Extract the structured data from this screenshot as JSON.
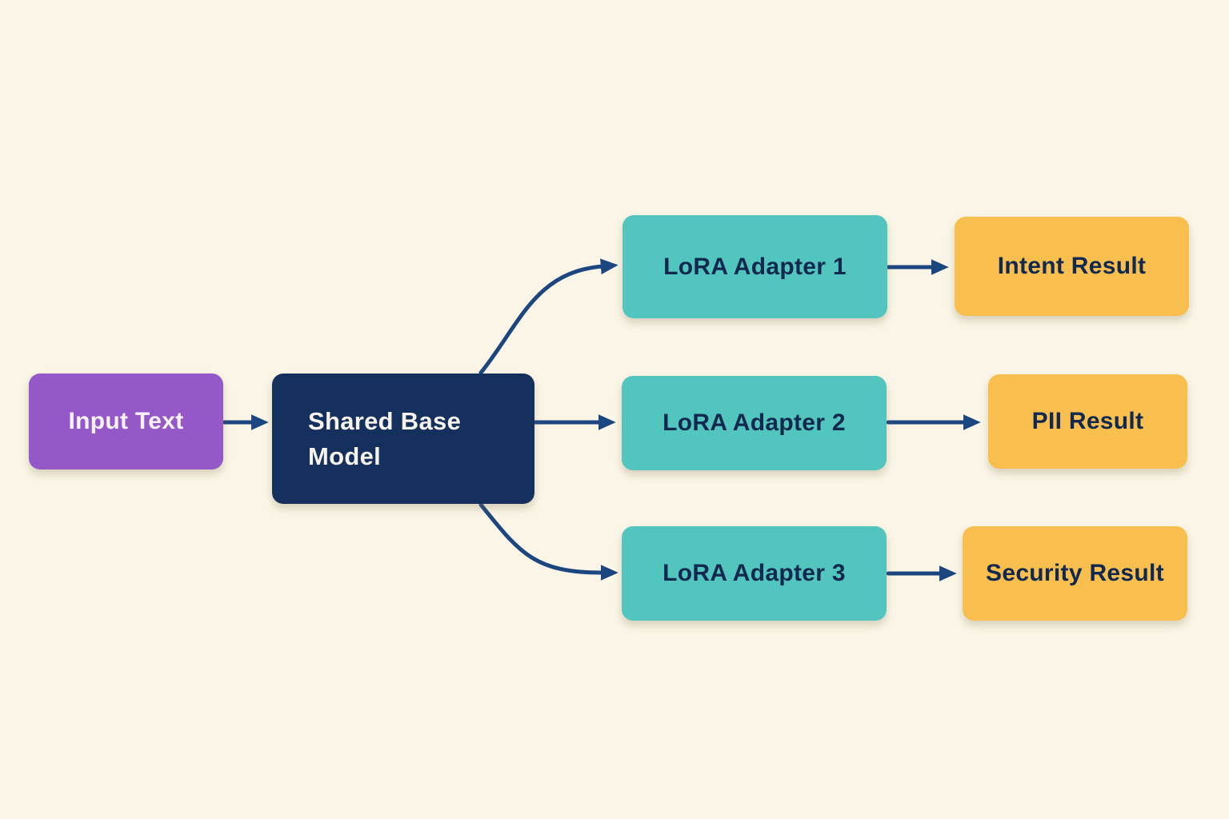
{
  "diagram": {
    "type": "flowchart",
    "nodes": [
      {
        "id": "input-text",
        "label": "Input Text",
        "role": "input",
        "color": "#9458c9",
        "text_color": "#ffffff"
      },
      {
        "id": "shared-base-model",
        "label": "Shared Base Model",
        "role": "base-model",
        "color": "#16305e",
        "text_color": "#ffffff"
      },
      {
        "id": "lora-adapter-1",
        "label": "LoRA Adapter 1",
        "role": "adapter",
        "color": "#52c5bf",
        "text_color": "#12294f"
      },
      {
        "id": "lora-adapter-2",
        "label": "LoRA Adapter 2",
        "role": "adapter",
        "color": "#52c5bf",
        "text_color": "#12294f"
      },
      {
        "id": "lora-adapter-3",
        "label": "LoRA Adapter 3",
        "role": "adapter",
        "color": "#52c5bf",
        "text_color": "#12294f"
      },
      {
        "id": "intent-result",
        "label": "Intent Result",
        "role": "result",
        "color": "#f8bf4f",
        "text_color": "#12294f"
      },
      {
        "id": "pii-result",
        "label": "PII Result",
        "role": "result",
        "color": "#f8bf4f",
        "text_color": "#12294f"
      },
      {
        "id": "security-result",
        "label": "Security Result",
        "role": "result",
        "color": "#f8bf4f",
        "text_color": "#12294f"
      }
    ],
    "edges": [
      {
        "from": "input-text",
        "to": "shared-base-model"
      },
      {
        "from": "shared-base-model",
        "to": "lora-adapter-1"
      },
      {
        "from": "shared-base-model",
        "to": "lora-adapter-2"
      },
      {
        "from": "shared-base-model",
        "to": "lora-adapter-3"
      },
      {
        "from": "lora-adapter-1",
        "to": "intent-result"
      },
      {
        "from": "lora-adapter-2",
        "to": "pii-result"
      },
      {
        "from": "lora-adapter-3",
        "to": "security-result"
      }
    ],
    "colors": {
      "background": "#faf5e6",
      "arrow": "#1b4680",
      "input_node": "#9458c9",
      "base_model_node": "#16305e",
      "adapter_node": "#52c5bf",
      "result_node": "#f8bf4f",
      "light_text": "#ffffff",
      "dark_text": "#12294f"
    }
  }
}
